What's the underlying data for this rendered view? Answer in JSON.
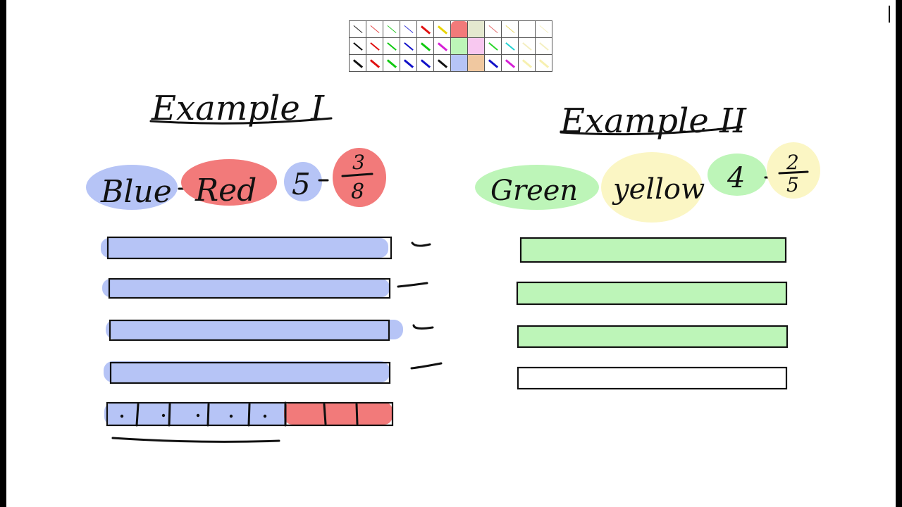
{
  "colors": {
    "blue_highlight": "#b6c4f6",
    "red_highlight": "#f27a7a",
    "green_highlight": "#bdf5b8",
    "yellow_highlight": "#fbf6c4",
    "ink": "#111111"
  },
  "palette": {
    "rows": [
      [
        {
          "type": "pen",
          "color": "#222222",
          "weight": "thin"
        },
        {
          "type": "pen",
          "color": "#e34a4a",
          "weight": "thin"
        },
        {
          "type": "pen",
          "color": "#2bc92b",
          "weight": "thin"
        },
        {
          "type": "pen",
          "color": "#3b3bd6",
          "weight": "thin"
        },
        {
          "type": "pen",
          "color": "#e01111",
          "weight": "thick"
        },
        {
          "type": "pen",
          "color": "#e8d400",
          "weight": "thick"
        },
        {
          "type": "fill",
          "color": "#f27a7a",
          "selected": true
        },
        {
          "type": "fill",
          "color": "#e4e8cf"
        },
        {
          "type": "pen",
          "color": "#e36a6a",
          "weight": "thin"
        },
        {
          "type": "pen",
          "color": "#e8d866",
          "weight": "thin"
        },
        {
          "type": "fill",
          "color": "#ffffff"
        },
        {
          "type": "pen",
          "color": "#f4efc0",
          "weight": "thin"
        }
      ],
      [
        {
          "type": "pen",
          "color": "#111111",
          "weight": "mid"
        },
        {
          "type": "pen",
          "color": "#e01111",
          "weight": "mid"
        },
        {
          "type": "pen",
          "color": "#11c911",
          "weight": "mid"
        },
        {
          "type": "pen",
          "color": "#1111c8",
          "weight": "mid"
        },
        {
          "type": "pen",
          "color": "#11c911",
          "weight": "thick"
        },
        {
          "type": "pen",
          "color": "#d61fd6",
          "weight": "thick"
        },
        {
          "type": "fill",
          "color": "#bdf5b8"
        },
        {
          "type": "fill",
          "color": "#f8c8f0"
        },
        {
          "type": "pen",
          "color": "#2bd62b",
          "weight": "mid"
        },
        {
          "type": "pen",
          "color": "#22d0d0",
          "weight": "mid"
        },
        {
          "type": "pen",
          "color": "#f4efc0",
          "weight": "mid"
        },
        {
          "type": "pen",
          "color": "#f4efc0",
          "weight": "mid"
        }
      ],
      [
        {
          "type": "pen",
          "color": "#111111",
          "weight": "thick"
        },
        {
          "type": "pen",
          "color": "#e01111",
          "weight": "thick"
        },
        {
          "type": "pen",
          "color": "#11c911",
          "weight": "thick"
        },
        {
          "type": "pen",
          "color": "#1111c8",
          "weight": "thick"
        },
        {
          "type": "pen",
          "color": "#1111c8",
          "weight": "thick"
        },
        {
          "type": "pen",
          "color": "#111111",
          "weight": "thick"
        },
        {
          "type": "fill",
          "color": "#b6c4f6"
        },
        {
          "type": "fill",
          "color": "#f0c8a0"
        },
        {
          "type": "pen",
          "color": "#1111c8",
          "weight": "thick"
        },
        {
          "type": "pen",
          "color": "#d61fd6",
          "weight": "thick"
        },
        {
          "type": "pen",
          "color": "#f7f0b0",
          "weight": "thick"
        },
        {
          "type": "pen",
          "color": "#f7f0b0",
          "weight": "thick"
        }
      ]
    ]
  },
  "example1": {
    "title": "Example I",
    "label_a": "Blue",
    "label_b": "Red",
    "whole": "5",
    "frac_num": "3",
    "frac_den": "8",
    "whole_bars": 4,
    "last_bar_blue_parts": 5,
    "last_bar_red_parts": 3
  },
  "example2": {
    "title": "Example II",
    "label_a": "Green",
    "label_b": "yellow",
    "whole": "4",
    "frac_num": "2",
    "frac_den": "5",
    "filled_bars": 3,
    "empty_bars": 1
  }
}
